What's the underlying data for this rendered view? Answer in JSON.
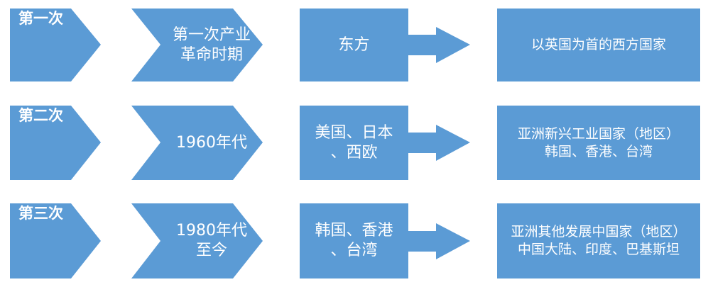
{
  "colors": {
    "shape_fill": "#5B9BD5",
    "text": "#FFFFFF"
  },
  "rows": [
    {
      "stage": "第一次",
      "period_lines": [
        "第一次产业",
        "革命时期"
      ],
      "origin_lines": [
        "东方"
      ],
      "result_lines": [
        "以英国为首的西方国家"
      ]
    },
    {
      "stage": "第二次",
      "period_lines": [
        "1960年代"
      ],
      "origin_lines": [
        "美国、日本",
        "、西欧"
      ],
      "result_lines": [
        "亚洲新兴工业国家（地区）",
        "韩国、香港、台湾"
      ]
    },
    {
      "stage": "第三次",
      "period_lines": [
        "1980年代",
        "至今"
      ],
      "origin_lines": [
        "韩国、香港",
        "、台湾"
      ],
      "result_lines": [
        "亚洲其他发展中国家（地区）",
        "中国大陆、印度、巴基斯坦"
      ]
    }
  ]
}
